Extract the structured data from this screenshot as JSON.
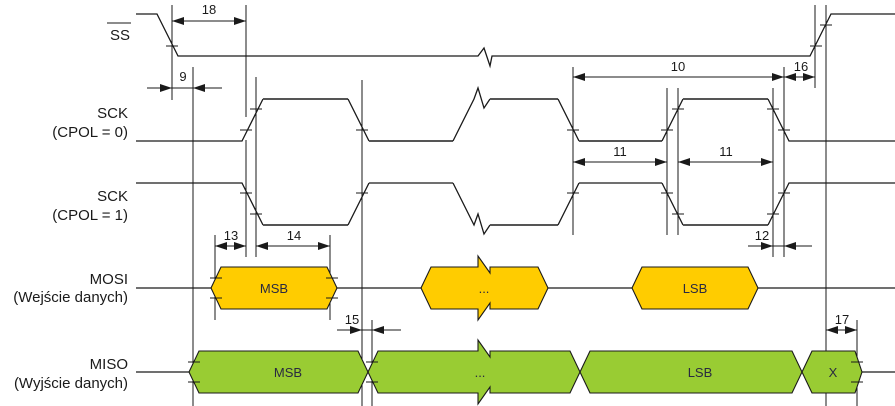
{
  "diagram": {
    "title": "SPI timing diagram",
    "colors": {
      "mosi_fill": "#FFCC00",
      "miso_fill": "#99CC33",
      "line": "#1a1a1a"
    },
    "signals": {
      "ss": "SS",
      "sck0_name": "SCK",
      "sck0_mode": "(CPOL = 0)",
      "sck1_name": "SCK",
      "sck1_mode": "(CPOL = 1)",
      "mosi_name": "MOSI",
      "mosi_desc": "(Wejście danych)",
      "miso_name": "MISO",
      "miso_desc": "(Wyjście danych)"
    },
    "mosi_bits": [
      "MSB",
      "...",
      "LSB"
    ],
    "miso_bits": [
      "MSB",
      "...",
      "LSB",
      "X"
    ],
    "timing_params": [
      "18",
      "9",
      "10",
      "16",
      "11",
      "11",
      "13",
      "14",
      "12",
      "15",
      "17"
    ]
  }
}
